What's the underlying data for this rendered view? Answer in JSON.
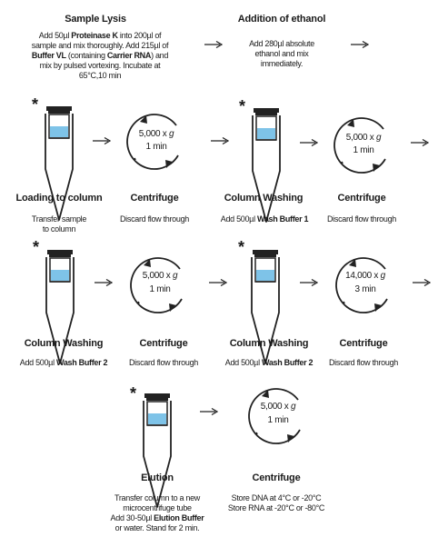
{
  "sample_lysis": {
    "title": "Sample Lysis",
    "l1a": "Add 50µl ",
    "l1b": "Proteinase K",
    "l1c": " into 200µl of",
    "l2": "sample and mix thoroughly. Add 215µl  of",
    "l3a": "Buffer VL",
    "l3b": " (containing ",
    "l3c": "Carrier RNA",
    "l3d": ") and",
    "l4": "mix by pulsed vortexing. Incubate at",
    "l5": "65°C,10 min"
  },
  "addition_ethanol": {
    "title": "Addition of ethanol",
    "l1": "Add 280µl absolute",
    "l2": "ethanol and mix",
    "l3": "immediately."
  },
  "asterisk": "*",
  "centrifuge_title": "Centrifuge",
  "discard_text": "Discard flow through",
  "rotors": {
    "r1": {
      "speed": "5,000 x ",
      "g": "g",
      "time": "1 min"
    },
    "r2": {
      "speed": "5,000 x ",
      "g": "g",
      "time": "1 min"
    },
    "r3": {
      "speed": "5,000 x ",
      "g": "g",
      "time": "1 min"
    },
    "r4": {
      "speed": "14,000 x ",
      "g": "g",
      "time": "3 min"
    },
    "r5": {
      "speed": "5,000 x ",
      "g": "g",
      "time": "1 min"
    }
  },
  "loading": {
    "title": "Loading to column",
    "l1": "Transfer sample",
    "l2": "to column"
  },
  "washing1": {
    "title": "Column Washing",
    "pre": "Add 500µl ",
    "buffer": "Wash Buffer 1"
  },
  "washing2": {
    "title": "Column Washing",
    "pre": "Add 500µl ",
    "buffer": "Wash Buffer 2"
  },
  "washing3": {
    "title": "Column Washing",
    "pre": "Add 500µl ",
    "buffer": "Wash Buffer 2"
  },
  "elution": {
    "title": "Elution",
    "l1": "Transfer column to a new",
    "l2": "microcentrifuge tube",
    "l3a": "Add 30-50µl ",
    "l3b": "Elution Buffer",
    "l4": "or water. Stand for 2 min."
  },
  "final_centrifuge": {
    "title": "Centrifuge",
    "l1": "Store DNA at 4°C or -20°C",
    "l2": "Store RNA at -20°C or -80°C"
  },
  "colors": {
    "column": "#7ec3e8",
    "line": "#222222"
  }
}
